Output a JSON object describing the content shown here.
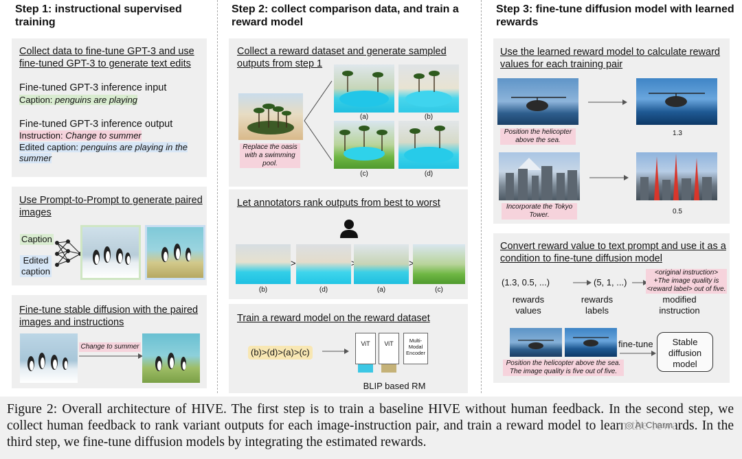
{
  "steps": {
    "step1": {
      "title": "Step 1: instructional supervised training",
      "panel1": {
        "heading": "Collect data to fine-tune GPT-3 and use fine-tuned GPT-3 to generate text edits",
        "input_heading": "Fine-tuned GPT-3 inference input",
        "caption_label": "Caption: ",
        "caption_value": "penguins are playing",
        "output_heading": "Fine-tuned GPT-3 inference output",
        "instruction_label": "Instruction: ",
        "instruction_value": "Change to summer",
        "edited_label": "Edited caption: ",
        "edited_value": "penguins are playing in the summer"
      },
      "panel2": {
        "heading": "Use Prompt-to-Prompt to generate paired images",
        "caption_tag": "Caption",
        "edited_tag": "Edited caption"
      },
      "panel3": {
        "heading": "Fine-tune stable diffusion with the paired images and instructions",
        "instruction_tag": "Change to summer"
      }
    },
    "step2": {
      "title": "Step 2: collect comparison data, and train a reward model",
      "panel1": {
        "heading": "Collect a reward dataset and generate sampled outputs from step 1",
        "source_caption": "Replace the oasis with a swimming pool.",
        "labels": [
          "(a)",
          "(b)",
          "(c)",
          "(d)"
        ]
      },
      "panel2": {
        "heading": "Let annotators rank outputs from best to worst",
        "rank_labels": [
          "(b)",
          "(d)",
          "(a)",
          "(c)"
        ],
        "gt": ">"
      },
      "panel3": {
        "heading": "Train a reward model on the reward dataset",
        "ranking": "(b)>(d)>(a)>(c)",
        "vit1": "ViT",
        "vit2": "ViT",
        "encoder": "Multi-Modal Encoder",
        "rm_label": "BLIP based RM"
      }
    },
    "step3": {
      "title": "Step 3: fine-tune diffusion model with learned rewards",
      "panel1": {
        "heading": "Use the learned reward model to calculate reward values for each training pair",
        "cap1": "Position the helicopter above the sea.",
        "val1": "1.3",
        "cap2": "Incorporate the Tokyo Tower.",
        "val2": "0.5"
      },
      "panel2": {
        "heading": "Convert reward value to text prompt and use it as a condition to fine-tune diffusion model",
        "rewards_values": "(1.3, 0.5, ...)",
        "rewards_labels": "(5, 1, ...)",
        "prompt_text": "<original instruction> +The image quality is <reward label> out of five.",
        "col1": "rewards values",
        "col2": "rewards labels",
        "col3": "modified instruction",
        "fine_tune": "fine-tune",
        "sd_box": "Stable diffusion model",
        "bottom_caption": "Position the helicopter above the sea. The image quality is five out of five."
      }
    }
  },
  "figure_caption": "Figure 2: Overall architecture of HIVE. The first step is to train a baseline HIVE without human feedback. In the second step, we collect human feedback to rank variant outputs for each image-instruction pair, and train a reward model to learn the rewards. In the third step, we fine-tune diffusion models by integrating the estimated rewards.",
  "watermark": "AI Charm"
}
